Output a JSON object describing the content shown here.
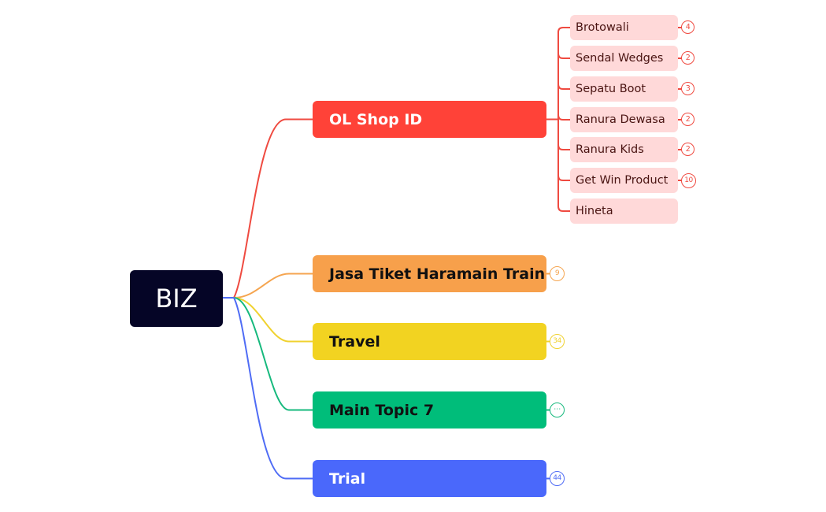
{
  "mindmap": {
    "root": {
      "label": "BIZ",
      "color": "#050526"
    },
    "topics": [
      {
        "label": "OL Shop ID",
        "color": "#ff4238",
        "text_color": "#ffffff",
        "line_color": "#ef4a40",
        "children": [
          {
            "label": "Brotowali",
            "count": "4"
          },
          {
            "label": "Sendal Wedges",
            "count": "2"
          },
          {
            "label": "Sepatu Boot",
            "count": "3"
          },
          {
            "label": "Ranura Dewasa",
            "count": "2"
          },
          {
            "label": "Ranura Kids",
            "count": "2"
          },
          {
            "label": "Get Win Product",
            "count": "10"
          },
          {
            "label": "Hineta",
            "count": null
          }
        ],
        "child_color": "#ffd9d9",
        "child_text_color": "#4a1412"
      },
      {
        "label": "Jasa Tiket Haramain Train",
        "color": "#f7a04b",
        "text_color": "#111111",
        "line_color": "#f5a550",
        "count": "9"
      },
      {
        "label": "Travel",
        "color": "#f2d321",
        "text_color": "#111111",
        "line_color": "#f0d230",
        "count": "34"
      },
      {
        "label": "Main Topic 7",
        "color": "#00bd7a",
        "text_color": "#111111",
        "line_color": "#16b97d",
        "count": "⋯"
      },
      {
        "label": "Trial",
        "color": "#4a68fb",
        "text_color": "#ffffff",
        "line_color": "#4f6cf5",
        "count": "44"
      }
    ]
  }
}
